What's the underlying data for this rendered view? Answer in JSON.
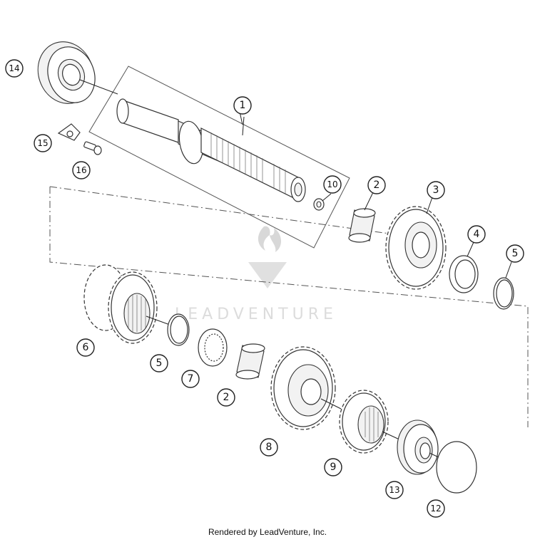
{
  "watermark": {
    "text": "LEADVENTURE"
  },
  "footer": {
    "text": "Rendered by LeadVenture, Inc."
  },
  "callouts": [
    {
      "label": "1"
    },
    {
      "label": "2"
    },
    {
      "label": "3"
    },
    {
      "label": "4"
    },
    {
      "label": "5"
    },
    {
      "label": "6"
    },
    {
      "label": "5"
    },
    {
      "label": "7"
    },
    {
      "label": "2"
    },
    {
      "label": "8"
    },
    {
      "label": "9"
    },
    {
      "label": "10"
    },
    {
      "label": "12"
    },
    {
      "label": "13"
    },
    {
      "label": "14"
    },
    {
      "label": "15"
    },
    {
      "label": "16"
    }
  ]
}
